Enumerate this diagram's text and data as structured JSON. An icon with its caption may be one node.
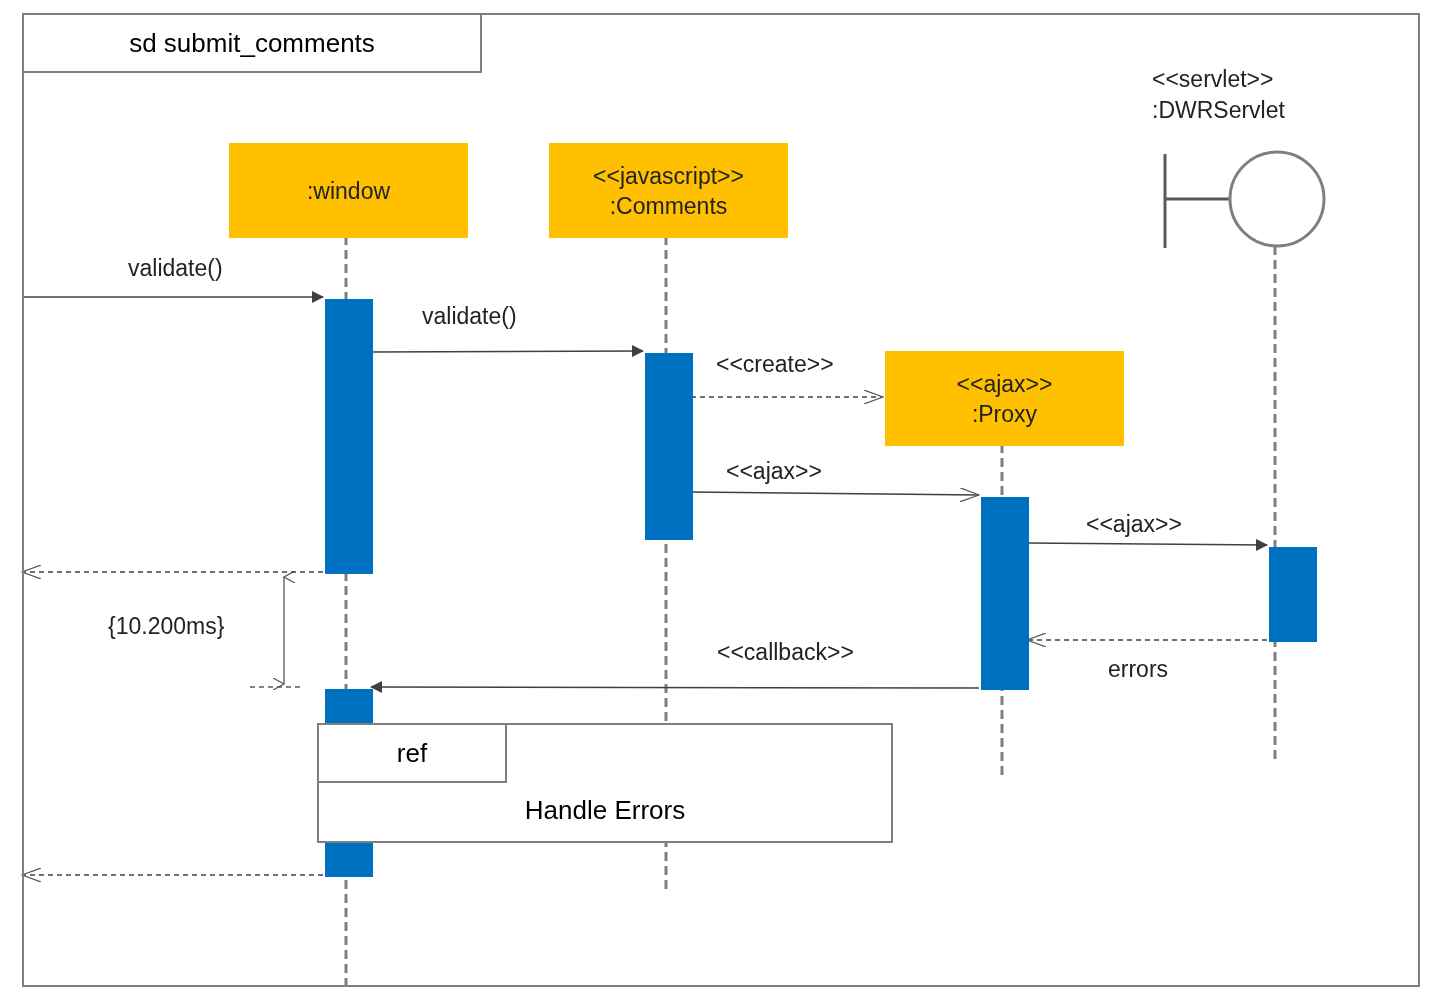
{
  "diagram": {
    "nodes": [
      {
        "text": [
          "sd submit_comments"
        ]
      },
      {
        "text": [
          ":window"
        ],
        "in": 0
      },
      {
        "text": [
          "<<javascript>> :Comments"
        ],
        "in": 0
      },
      {
        "text": [
          "<<ajax>> :Proxy"
        ],
        "in": 0
      },
      {
        "text": [
          "<<servlet>> :DWRServlet"
        ],
        "in": 0
      },
      {
        "text": [],
        "shape": "bar",
        "in": 0
      },
      {
        "text": [],
        "shape": "bar",
        "in": 0
      },
      {
        "text": [],
        "shape": "bar",
        "in": 0
      },
      {
        "text": [],
        "shape": "bar",
        "in": 0
      },
      {
        "text": [],
        "shape": "bar",
        "in": 0
      },
      {
        "text": [
          "ref",
          "Handle Errors"
        ],
        "in": 0
      }
    ],
    "edges": [
      {
        "from": null,
        "to": 5,
        "arrow": "to",
        "label": "validate()"
      },
      {
        "from": 5,
        "to": 6,
        "arrow": "to",
        "label": "validate()"
      },
      {
        "from": 6,
        "to": 3,
        "arrow": "to",
        "label": "<<create>>",
        "style": "dashed"
      },
      {
        "from": 6,
        "to": 7,
        "arrow": "to",
        "label": "<<ajax>>"
      },
      {
        "from": 7,
        "to": 8,
        "arrow": "to",
        "label": "<<ajax>>"
      },
      {
        "from": 8,
        "to": 7,
        "arrow": "to",
        "label": "errors",
        "style": "dashed"
      },
      {
        "from": 7,
        "to": 9,
        "arrow": "to",
        "label": "<<callback>>"
      },
      {
        "from": 5,
        "to": null,
        "arrow": "to",
        "style": "dashed"
      },
      {
        "from": 9,
        "to": null,
        "arrow": "to",
        "style": "dashed"
      }
    ],
    "labels": [
      "{10.200ms}"
    ]
  }
}
